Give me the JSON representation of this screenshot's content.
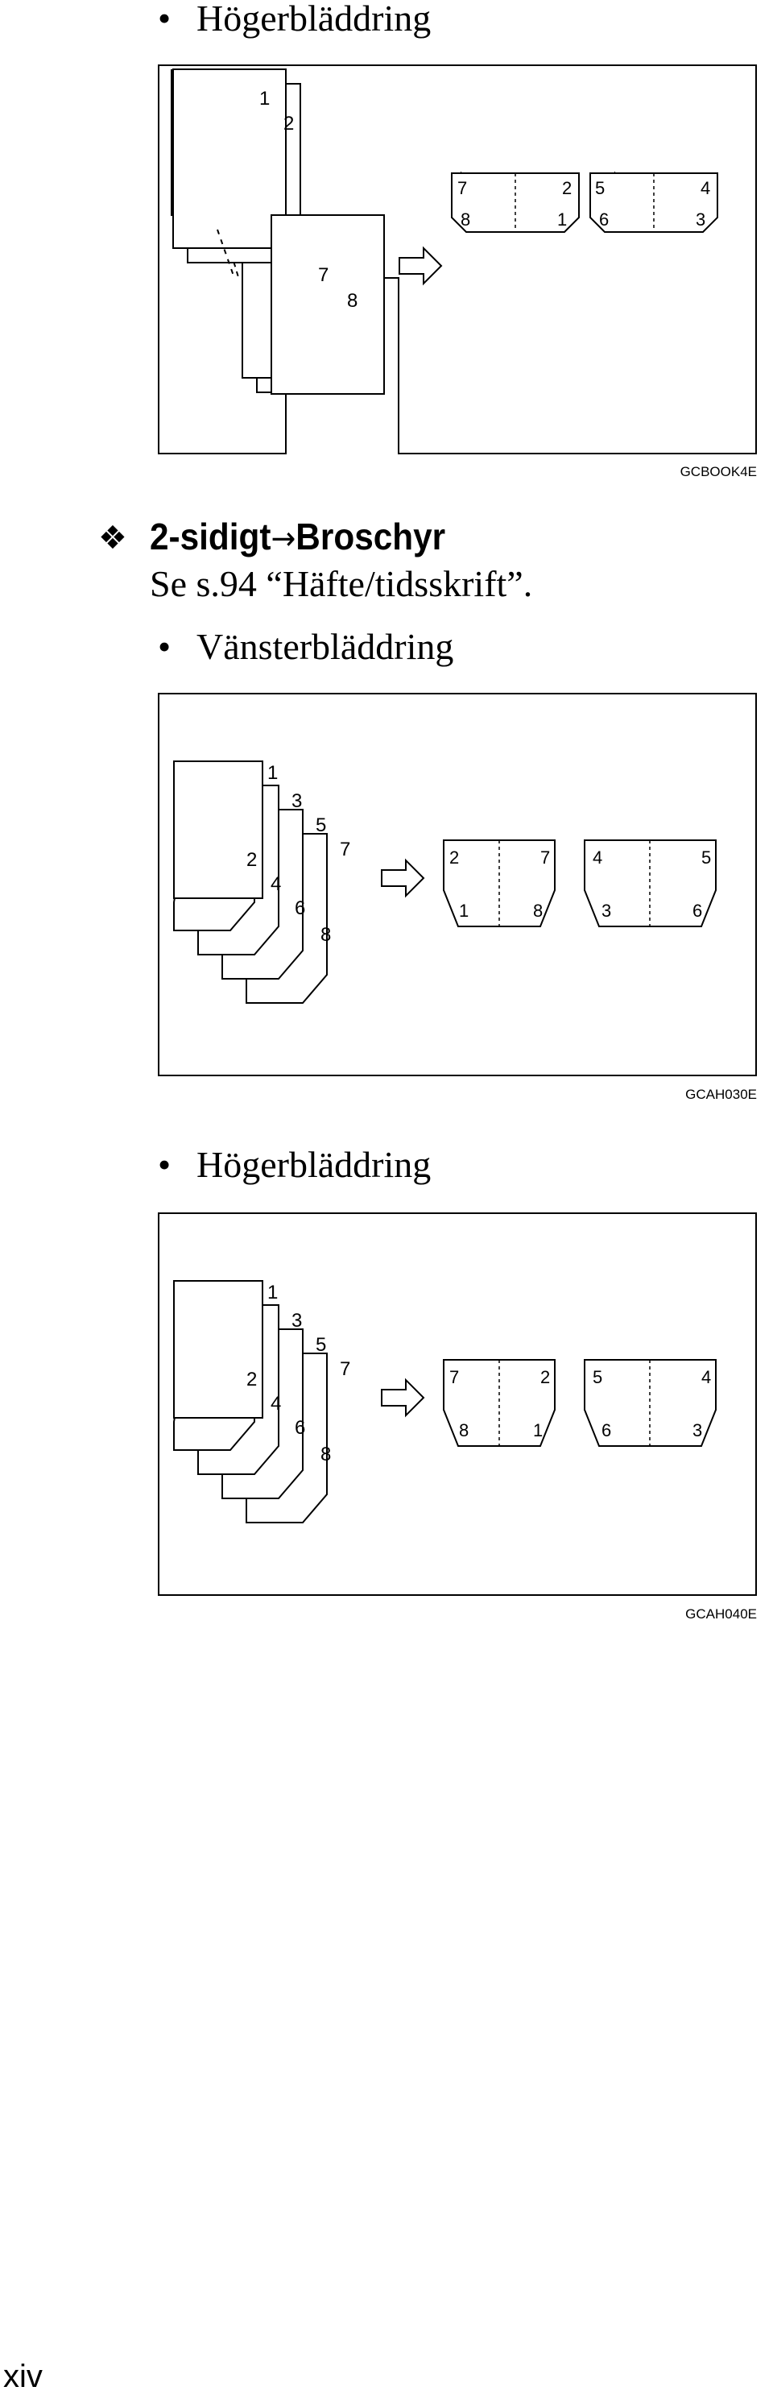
{
  "top_bullet": {
    "symbol": "•",
    "text": "Högerbläddring"
  },
  "figure1": {
    "code": "GCBOOK4E",
    "left_stack": {
      "front": [
        "1",
        "2"
      ],
      "back": [
        "7",
        "8"
      ]
    },
    "results": [
      {
        "top": [
          "7",
          "2"
        ],
        "bottom": [
          "8",
          "1"
        ]
      },
      {
        "top": [
          "5",
          "4"
        ],
        "bottom": [
          "6",
          "3"
        ]
      }
    ]
  },
  "section": {
    "marker": "❖",
    "title_left": "2-sidigt",
    "title_arrow": "→",
    "title_right": "Broschyr",
    "reference": "Se s.94 “Häfte/tidsskrift”."
  },
  "bullet_left": {
    "symbol": "•",
    "text": "Vänsterbläddring"
  },
  "figure2": {
    "code": "GCAH030E",
    "stack": {
      "fronts": [
        "1",
        "3",
        "5",
        "7"
      ],
      "backs": [
        "2",
        "4",
        "6",
        "8"
      ]
    },
    "results": [
      {
        "top": [
          "2",
          "7"
        ],
        "bottom": [
          "1",
          "8"
        ]
      },
      {
        "top": [
          "4",
          "5"
        ],
        "bottom": [
          "3",
          "6"
        ]
      }
    ]
  },
  "bullet_right": {
    "symbol": "•",
    "text": "Högerbläddring"
  },
  "figure3": {
    "code": "GCAH040E",
    "stack": {
      "fronts": [
        "1",
        "3",
        "5",
        "7"
      ],
      "backs": [
        "2",
        "4",
        "6",
        "8"
      ]
    },
    "results": [
      {
        "top": [
          "7",
          "2"
        ],
        "bottom": [
          "8",
          "1"
        ]
      },
      {
        "top": [
          "5",
          "4"
        ],
        "bottom": [
          "6",
          "3"
        ]
      }
    ]
  },
  "page_number": "xiv"
}
